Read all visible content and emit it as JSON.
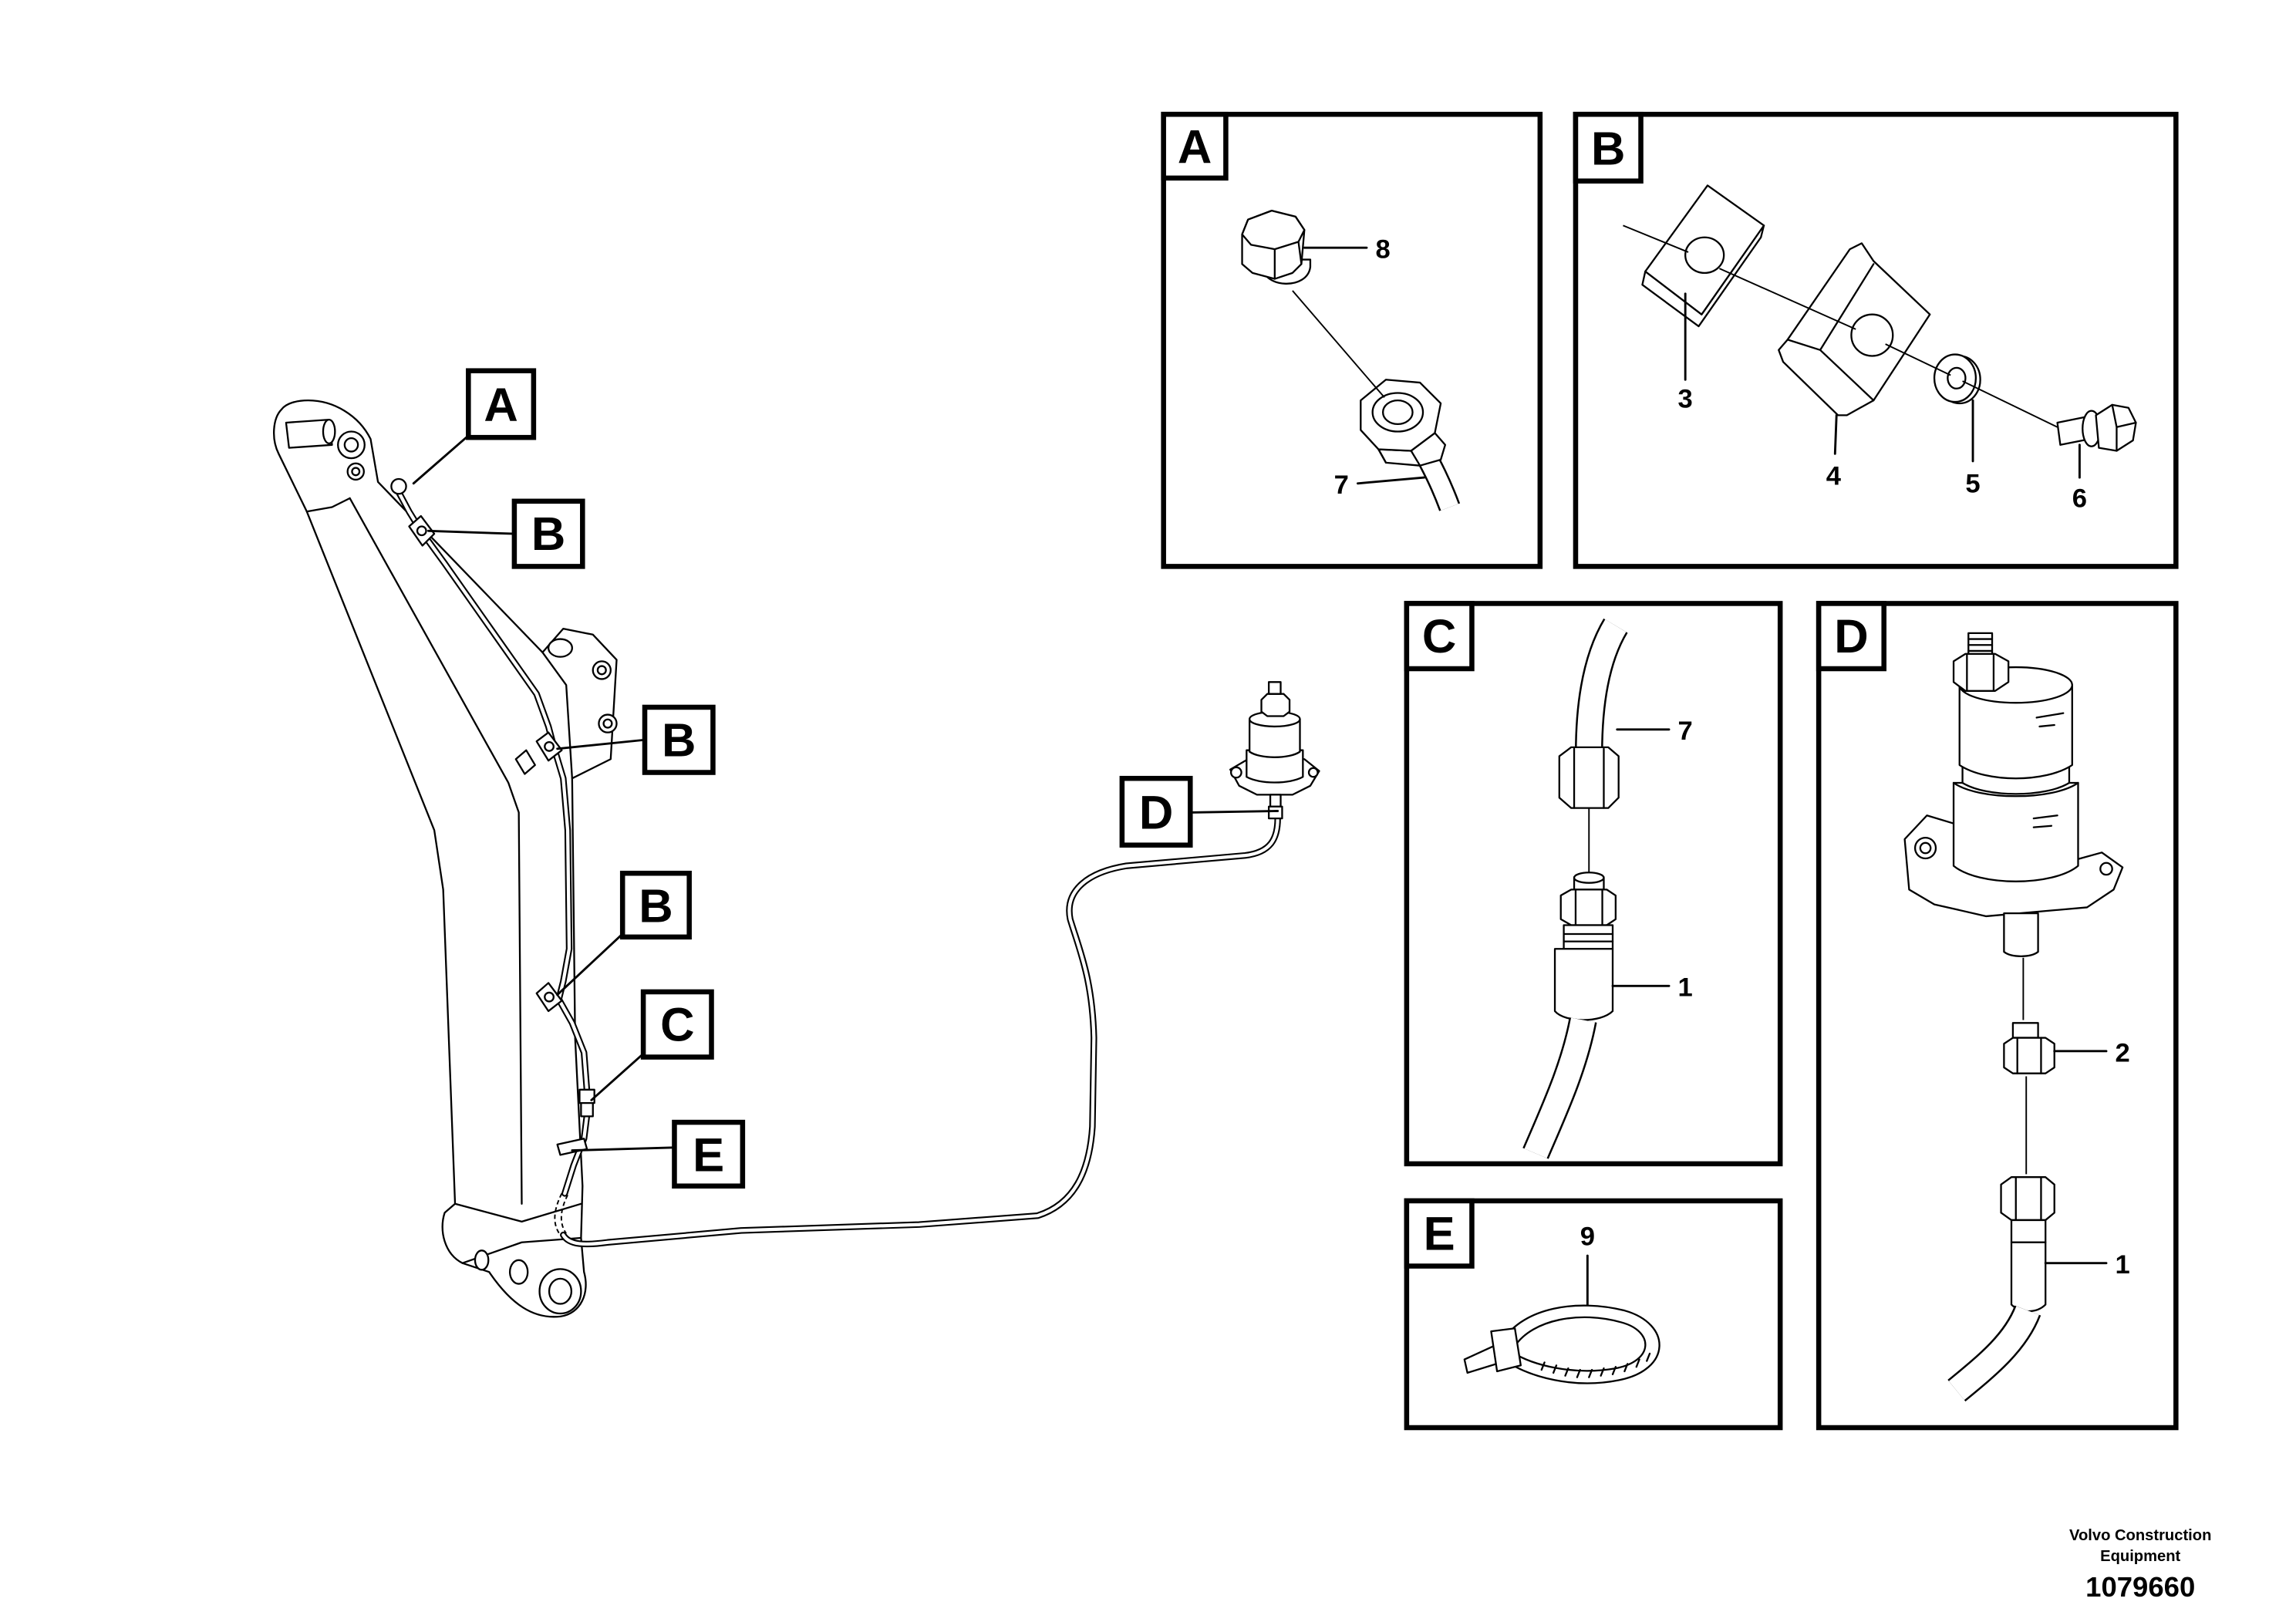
{
  "colors": {
    "ink": "#000000",
    "paper": "#ffffff"
  },
  "main_view": {
    "callouts": [
      "A",
      "B",
      "B",
      "B",
      "C",
      "E",
      "D"
    ]
  },
  "detail_panels": [
    {
      "label": "A",
      "part_numbers": [
        "8",
        "7"
      ]
    },
    {
      "label": "B",
      "part_numbers": [
        "3",
        "4",
        "5",
        "6"
      ]
    },
    {
      "label": "C",
      "part_numbers": [
        "7",
        "1"
      ]
    },
    {
      "label": "D",
      "part_numbers": [
        "2",
        "1"
      ]
    },
    {
      "label": "E",
      "part_numbers": [
        "9"
      ]
    }
  ],
  "footer": {
    "company_line_1": "Volvo Construction",
    "company_line_2": "Equipment",
    "figure_number": "1079660"
  }
}
